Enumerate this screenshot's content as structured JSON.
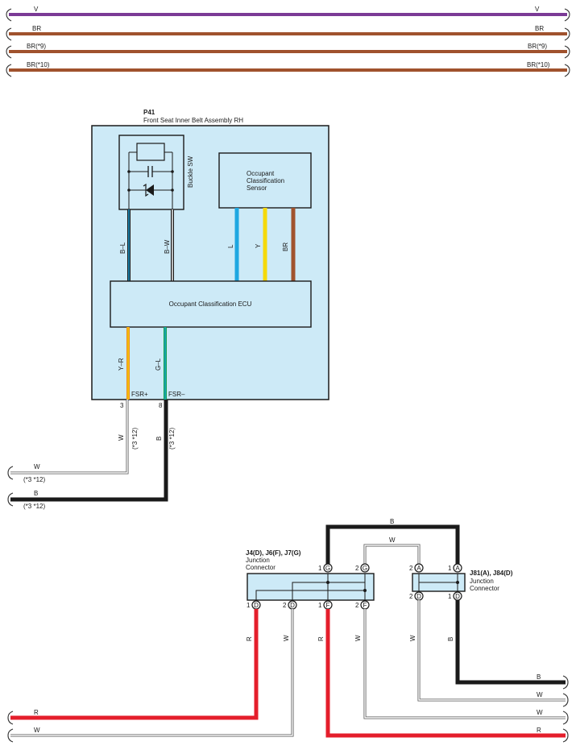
{
  "bus_wires": [
    {
      "left": "V",
      "right": "V",
      "color": "#7b3a96"
    },
    {
      "left": "BR",
      "right": "BR",
      "color": "#a0522d"
    },
    {
      "left": "BR(*9)",
      "right": "BR(*9)",
      "color": "#a0522d"
    },
    {
      "left": "BR(*10)",
      "right": "BR(*10)",
      "color": "#a0522d"
    }
  ],
  "p41": {
    "code": "P41",
    "name": "Front Seat Inner Belt Assembly RH",
    "buckle_sw": "Buckle SW",
    "sensor": [
      "Occupant",
      "Classification",
      "Sensor"
    ],
    "ecu": "Occupant Classification ECU",
    "wire_bl": "B–L",
    "wire_bw": "B–W",
    "wire_l": "L",
    "wire_y": "Y",
    "wire_br": "BR",
    "wire_yr": "Y–R",
    "wire_gl": "G–L",
    "fsr_plus": "FSR+",
    "fsr_minus": "FSR–",
    "pin3": "3",
    "pin8": "8",
    "out_w": "W",
    "out_b": "B",
    "note": "(*3 *12)"
  },
  "left_wires": [
    {
      "label": "W",
      "note": "(*3 *12)"
    },
    {
      "label": "B",
      "note": "(*3 *12)"
    }
  ],
  "junction1": {
    "title": "J4(D), J6(F), J7(G)",
    "line1": "Junction",
    "line2": "Connector",
    "top": [
      {
        "num": "1",
        "letter": "G"
      },
      {
        "num": "2",
        "letter": "G"
      }
    ],
    "bottom": [
      {
        "num": "1",
        "letter": "D"
      },
      {
        "num": "2",
        "letter": "D"
      },
      {
        "num": "1",
        "letter": "F"
      },
      {
        "num": "2",
        "letter": "F"
      }
    ]
  },
  "junction2": {
    "title": "J81(A), J84(D)",
    "line1": "Junction",
    "line2": "Connector",
    "top": [
      {
        "num": "2",
        "letter": "A"
      },
      {
        "num": "1",
        "letter": "A"
      }
    ],
    "bottom": [
      {
        "num": "2",
        "letter": "D"
      },
      {
        "num": "1",
        "letter": "D"
      }
    ]
  },
  "jc_wires": {
    "top_b": "B",
    "top_w": "W",
    "r1": "R",
    "w1": "W",
    "r2": "R",
    "w2": "W",
    "w3": "W",
    "b3": "B"
  },
  "bottom_left": [
    {
      "label": "R"
    },
    {
      "label": "W"
    }
  ],
  "bottom_right": [
    {
      "label": "B"
    },
    {
      "label": "W"
    },
    {
      "label": "W"
    },
    {
      "label": "R"
    }
  ],
  "colors": {
    "box_fill": "#cdeaf7",
    "violet": "#7b3a96",
    "brown": "#a0522d",
    "red": "#e41e2b",
    "black": "#1a1a1a",
    "blue": "#1ea7e1",
    "yellow": "#f5d90a",
    "green": "#12a150",
    "orange": "#f08a1a"
  }
}
